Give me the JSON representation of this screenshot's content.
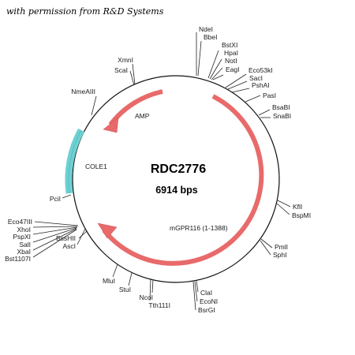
{
  "credit": "with permission from R&D Systems",
  "plasmid": {
    "name": "RDC2776",
    "size": "6914 bps"
  },
  "features": [
    {
      "id": "amp",
      "label": "AMP",
      "color": "#e86a6a"
    },
    {
      "id": "mgpr116",
      "label": "mGPR116 (1-1388)",
      "color": "#e86a6a"
    },
    {
      "id": "cole1",
      "label": "COLE1",
      "color": "#6fd0d2"
    }
  ],
  "sites": {
    "top": [
      "NdeI",
      "BbeI",
      "BstXI",
      "HpaI",
      "NotI",
      "EagI"
    ],
    "eco53": [
      "Eco53kI",
      "SacI",
      "PshAI"
    ],
    "psa": [
      "PasI"
    ],
    "bsab": [
      "BsaBI",
      "SnaBI"
    ],
    "kfl": [
      "KflI",
      "BspMI"
    ],
    "pml": [
      "PmlI",
      "SphI"
    ],
    "cla": [
      "ClaI",
      "EcoNI",
      "BsrGI"
    ],
    "tth": [
      "NcoI",
      "Tth111I"
    ],
    "stu": [
      "StuI"
    ],
    "mlu": [
      "MluI"
    ],
    "asc": [
      "BssHII",
      "AscI"
    ],
    "eco47": [
      "Eco47III",
      "XhoI",
      "PspXI",
      "SalI",
      "XbaI",
      "Bst1107I"
    ],
    "pci": [
      "PciI"
    ],
    "nme": [
      "NmeAIII"
    ],
    "sca": [
      "XmnI",
      "ScaI"
    ]
  }
}
